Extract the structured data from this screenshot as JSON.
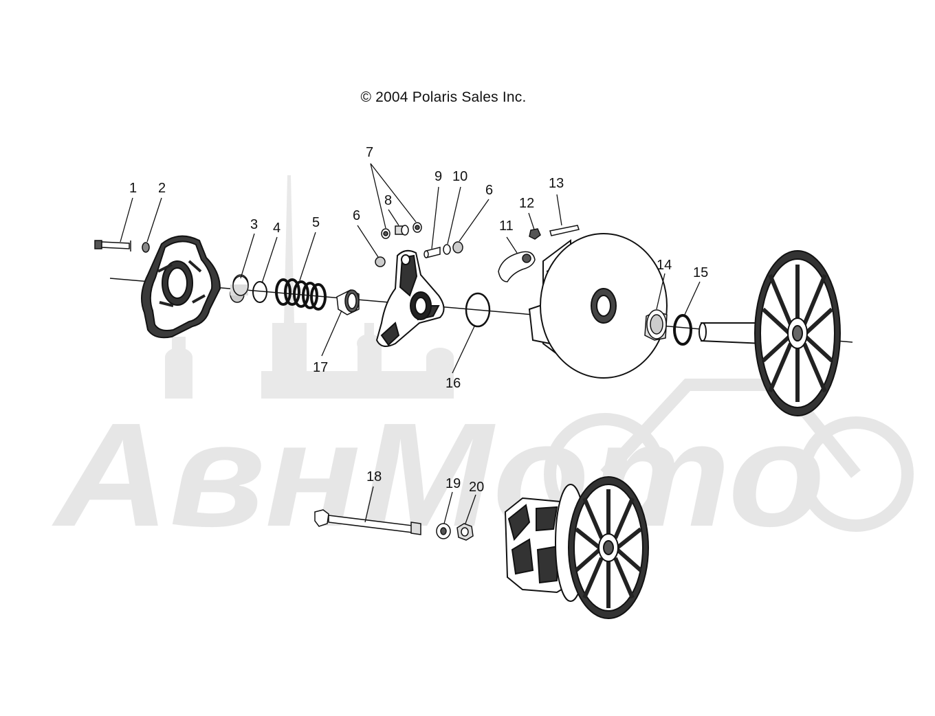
{
  "copyright": "© 2004 Polaris Sales Inc.",
  "watermark": {
    "text": "АвнМото",
    "color": "#e6e6e6"
  },
  "colors": {
    "line": "#111111",
    "part_fill": "#ffffff",
    "part_dark": "#2a2a2a",
    "part_mid": "#9a9a9a"
  },
  "callouts": [
    "1",
    "2",
    "3",
    "4",
    "5",
    "6",
    "7",
    "8",
    "9",
    "10",
    "6",
    "11",
    "12",
    "13",
    "14",
    "15",
    "16",
    "17",
    "18",
    "19",
    "20"
  ]
}
